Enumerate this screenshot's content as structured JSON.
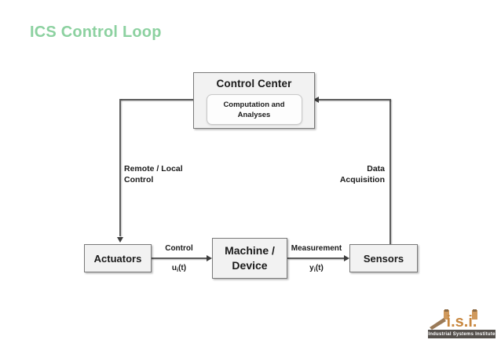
{
  "slide": {
    "title": "ICS Control Loop",
    "title_color": "#8cd1a0",
    "background": "#ffffff"
  },
  "diagram": {
    "nodes": [
      {
        "id": "control-center",
        "label": "Control Center",
        "inner_label": "Computation and\nAnalyses"
      },
      {
        "id": "actuators",
        "label": "Actuators"
      },
      {
        "id": "machine",
        "label": "Machine /\nDevice"
      },
      {
        "id": "sensors",
        "label": "Sensors"
      }
    ],
    "edges": [
      {
        "id": "remote-local-control",
        "from": "control-center",
        "to": "actuators",
        "label": "Remote / Local\nControl"
      },
      {
        "id": "control",
        "from": "actuators",
        "to": "machine",
        "label": "Control",
        "signal": "u",
        "signal_sub": "i",
        "signal_suffix": "(t)"
      },
      {
        "id": "measurement",
        "from": "machine",
        "to": "sensors",
        "label": "Measurement",
        "signal": "y",
        "signal_sub": "i",
        "signal_suffix": "(t)"
      },
      {
        "id": "data-acquisition",
        "from": "sensors",
        "to": "control-center",
        "label": "Data\nAcquisition"
      }
    ],
    "colors": {
      "box_fill": "#f2f2f2",
      "box_border": "#7a7a7a",
      "inner_fill": "#fdfdfd",
      "line": "#5e5e5e",
      "arrowhead": "#3c3c3c",
      "text": "#1a1a1a"
    }
  },
  "logo": {
    "mark": "i.s.i.",
    "caption": "Industrial Systems Institute",
    "mark_color": "#c8873f",
    "caption_bg": "#55504c"
  }
}
